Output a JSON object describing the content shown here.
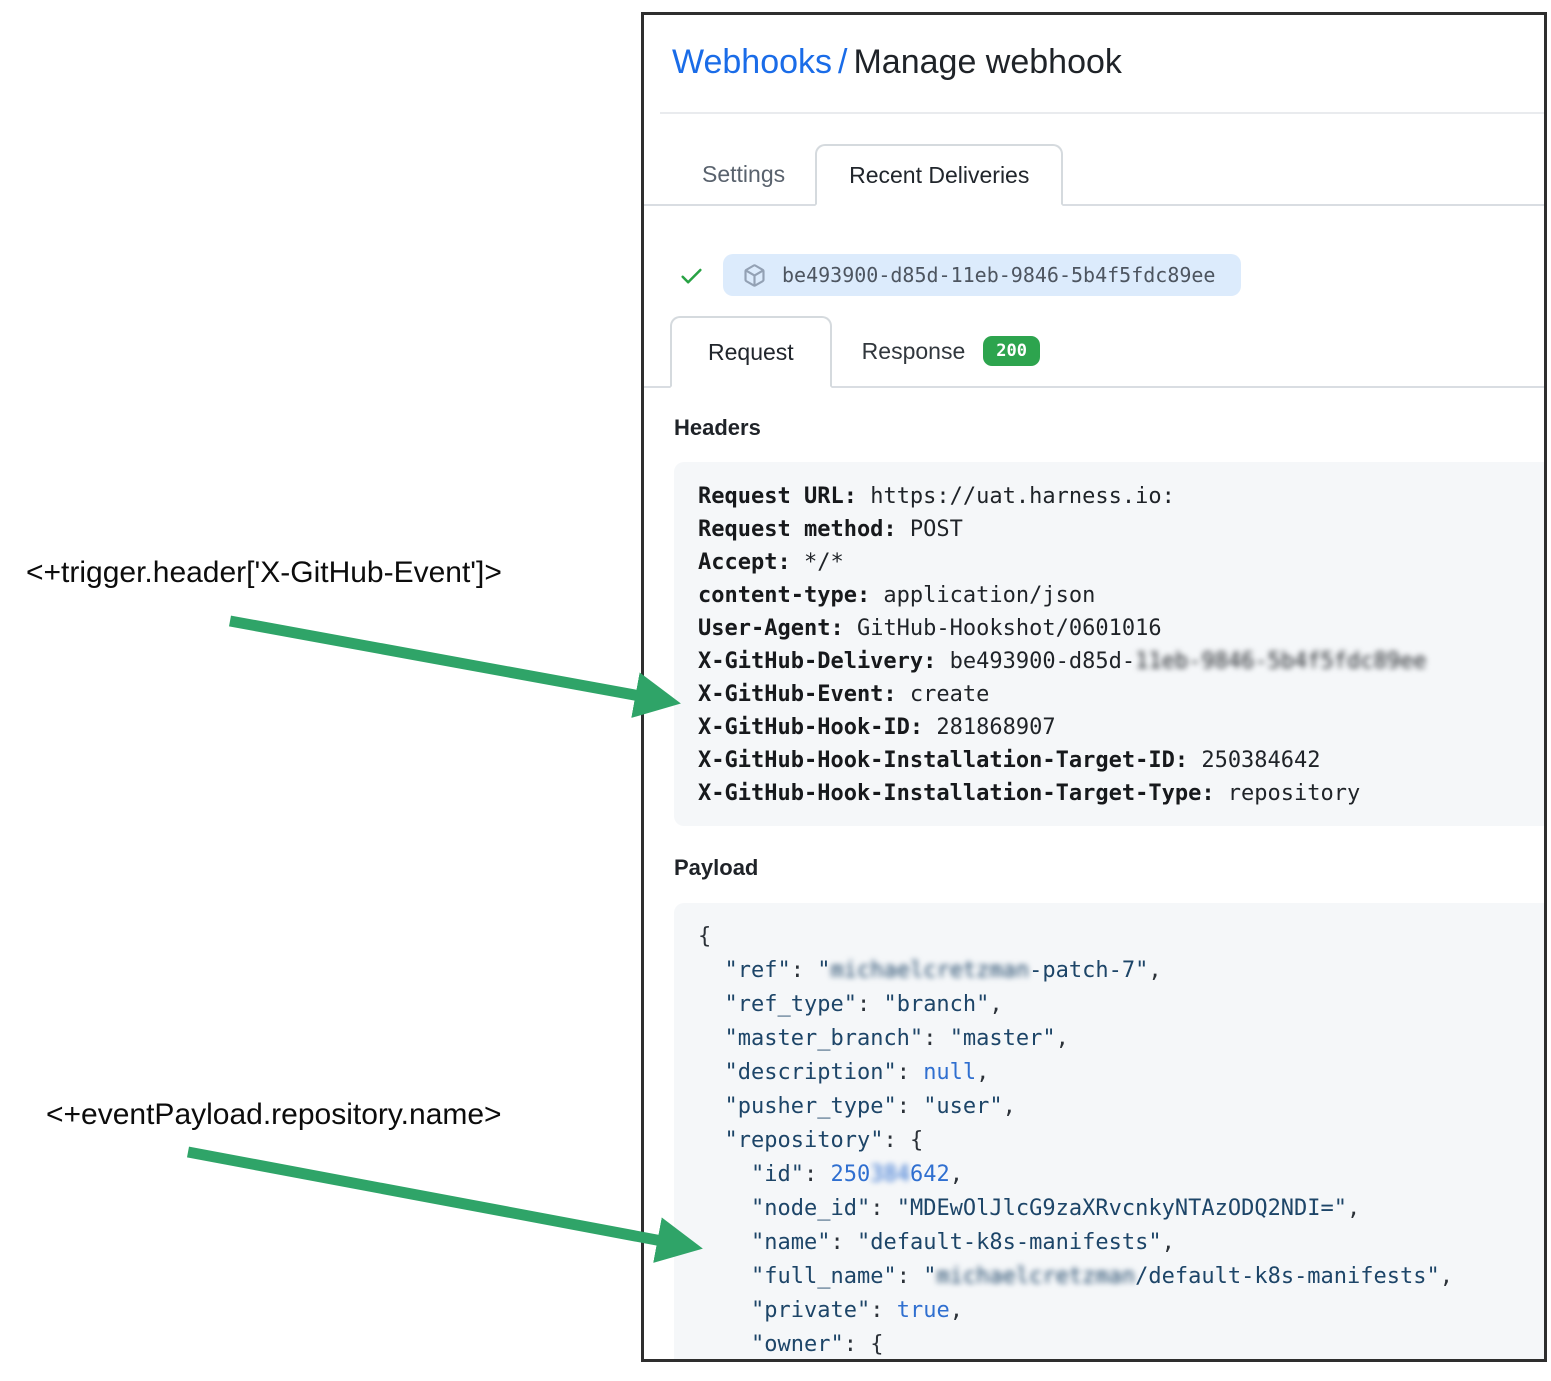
{
  "breadcrumb": {
    "link": "Webhooks",
    "separator": "/",
    "current": "Manage webhook"
  },
  "tabs": [
    {
      "label": "Settings",
      "active": false
    },
    {
      "label": "Recent Deliveries",
      "active": true
    }
  ],
  "delivery": {
    "status_icon": "check-icon",
    "id": "be493900-d85d-11eb-9846-5b4f5fdc89ee"
  },
  "subtabs": {
    "request_label": "Request",
    "response_label": "Response",
    "response_status": "200"
  },
  "headers_section": {
    "title": "Headers",
    "lines": [
      {
        "key": "Request URL:",
        "value": "https://uat.harness.io:"
      },
      {
        "key": "Request method:",
        "value": "POST"
      },
      {
        "key": "Accept:",
        "value": "*/*"
      },
      {
        "key": "content-type:",
        "value": "application/json"
      },
      {
        "key": "User-Agent:",
        "value": "GitHub-Hookshot/0601016"
      },
      {
        "key": "X-GitHub-Delivery:",
        "value": "be493900-d85d-",
        "blurred": "11eb-9846-5b4f5fdc89ee"
      },
      {
        "key": "X-GitHub-Event:",
        "value": "create"
      },
      {
        "key": "X-GitHub-Hook-ID:",
        "value": "281868907"
      },
      {
        "key": "X-GitHub-Hook-Installation-Target-ID:",
        "value": "250384642"
      },
      {
        "key": "X-GitHub-Hook-Installation-Target-Type:",
        "value": "repository"
      }
    ]
  },
  "payload_section": {
    "title": "Payload",
    "lines": [
      [
        {
          "t": "{",
          "c": "p"
        }
      ],
      [
        {
          "t": "  ",
          "c": "p"
        },
        {
          "t": "\"ref\"",
          "c": "s"
        },
        {
          "t": ": ",
          "c": "p"
        },
        {
          "t": "\"",
          "c": "s"
        },
        {
          "t": "michaelcretzman",
          "c": "s",
          "blur": true
        },
        {
          "t": "-patch-7\"",
          "c": "s"
        },
        {
          "t": ",",
          "c": "p"
        }
      ],
      [
        {
          "t": "  ",
          "c": "p"
        },
        {
          "t": "\"ref_type\"",
          "c": "s"
        },
        {
          "t": ": ",
          "c": "p"
        },
        {
          "t": "\"branch\"",
          "c": "s"
        },
        {
          "t": ",",
          "c": "p"
        }
      ],
      [
        {
          "t": "  ",
          "c": "p"
        },
        {
          "t": "\"master_branch\"",
          "c": "s"
        },
        {
          "t": ": ",
          "c": "p"
        },
        {
          "t": "\"master\"",
          "c": "s"
        },
        {
          "t": ",",
          "c": "p"
        }
      ],
      [
        {
          "t": "  ",
          "c": "p"
        },
        {
          "t": "\"description\"",
          "c": "s"
        },
        {
          "t": ": ",
          "c": "p"
        },
        {
          "t": "null",
          "c": "l"
        },
        {
          "t": ",",
          "c": "p"
        }
      ],
      [
        {
          "t": "  ",
          "c": "p"
        },
        {
          "t": "\"pusher_type\"",
          "c": "s"
        },
        {
          "t": ": ",
          "c": "p"
        },
        {
          "t": "\"user\"",
          "c": "s"
        },
        {
          "t": ",",
          "c": "p"
        }
      ],
      [
        {
          "t": "  ",
          "c": "p"
        },
        {
          "t": "\"repository\"",
          "c": "s"
        },
        {
          "t": ": ",
          "c": "p"
        },
        {
          "t": "{",
          "c": "p"
        }
      ],
      [
        {
          "t": "    ",
          "c": "p"
        },
        {
          "t": "\"id\"",
          "c": "s"
        },
        {
          "t": ": ",
          "c": "p"
        },
        {
          "t": "250",
          "c": "l"
        },
        {
          "t": "384",
          "c": "l",
          "blur": true
        },
        {
          "t": "642",
          "c": "l"
        },
        {
          "t": ",",
          "c": "p"
        }
      ],
      [
        {
          "t": "    ",
          "c": "p"
        },
        {
          "t": "\"node_id\"",
          "c": "s"
        },
        {
          "t": ": ",
          "c": "p"
        },
        {
          "t": "\"MDEwOlJlcG9zaXRvcnkyNTAzODQ2NDI=\"",
          "c": "s"
        },
        {
          "t": ",",
          "c": "p"
        }
      ],
      [
        {
          "t": "    ",
          "c": "p"
        },
        {
          "t": "\"name\"",
          "c": "s"
        },
        {
          "t": ": ",
          "c": "p"
        },
        {
          "t": "\"default-k8s-manifests\"",
          "c": "s"
        },
        {
          "t": ",",
          "c": "p"
        }
      ],
      [
        {
          "t": "    ",
          "c": "p"
        },
        {
          "t": "\"full_name\"",
          "c": "s"
        },
        {
          "t": ": ",
          "c": "p"
        },
        {
          "t": "\"",
          "c": "s"
        },
        {
          "t": "michaelcretzman",
          "c": "s",
          "blur": true
        },
        {
          "t": "/default-k8s-manifests\"",
          "c": "s"
        },
        {
          "t": ",",
          "c": "p"
        }
      ],
      [
        {
          "t": "    ",
          "c": "p"
        },
        {
          "t": "\"private\"",
          "c": "s"
        },
        {
          "t": ": ",
          "c": "p"
        },
        {
          "t": "true",
          "c": "l"
        },
        {
          "t": ",",
          "c": "p"
        }
      ],
      [
        {
          "t": "    ",
          "c": "p"
        },
        {
          "t": "\"owner\"",
          "c": "s"
        },
        {
          "t": ": ",
          "c": "p"
        },
        {
          "t": "{",
          "c": "p"
        }
      ]
    ]
  },
  "annotations": [
    {
      "label": "<+trigger.header['X-GitHub-Event']>"
    },
    {
      "label": "<+eventPayload.repository.name>"
    }
  ],
  "colors": {
    "link_blue": "#1a6ce8",
    "check_green": "#28a244",
    "badge_green": "#2da44e",
    "arrow_green": "#2fa468",
    "json_string": "#1d4568",
    "json_literal": "#2f6fd0",
    "pill_background": "#dcebfc",
    "code_background": "#f5f7f9"
  }
}
